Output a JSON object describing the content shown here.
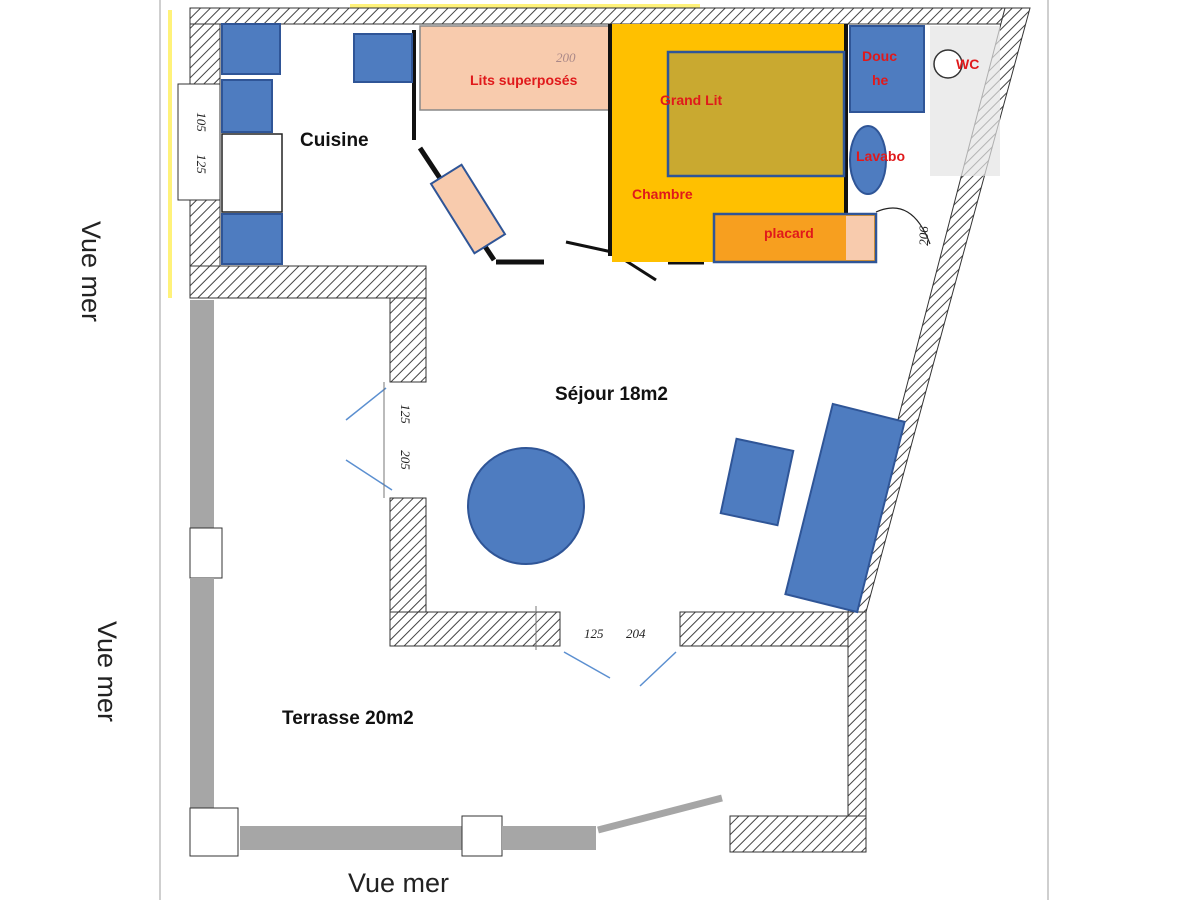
{
  "views": {
    "left_top": "Vue mer",
    "left_bottom": "Vue mer",
    "bottom": "Vue mer"
  },
  "rooms": {
    "kitchen": "Cuisine",
    "living": "Séjour 18m2",
    "terrace": "Terrasse 20m2",
    "bedroom": "Chambre"
  },
  "furniture": {
    "bunk_beds": "Lits superposés",
    "double_bed": "Grand Lit",
    "closet": "placard",
    "shower_top": "Douc",
    "shower_bottom": "he",
    "sink": "Lavabo",
    "wc": "WC"
  },
  "dimensions": {
    "kitchen_125": "125",
    "kitchen_105": "105",
    "living_125": "125",
    "living_205": "205",
    "terrace_125": "125",
    "terrace_204": "204",
    "bath_206": "206",
    "bunk_200": "200"
  },
  "colors": {
    "furniture_blue": "#4e7cc0",
    "furniture_outline": "#2f5597",
    "bunk_peach": "#f8cbad",
    "bedroom_orange": "#ffc000",
    "bed_olive": "#c9a930",
    "closet_orange": "#f79f1f",
    "label_red": "#e0191b",
    "wall_hatch": "#555555",
    "railing_grey": "#a6a6a6"
  }
}
